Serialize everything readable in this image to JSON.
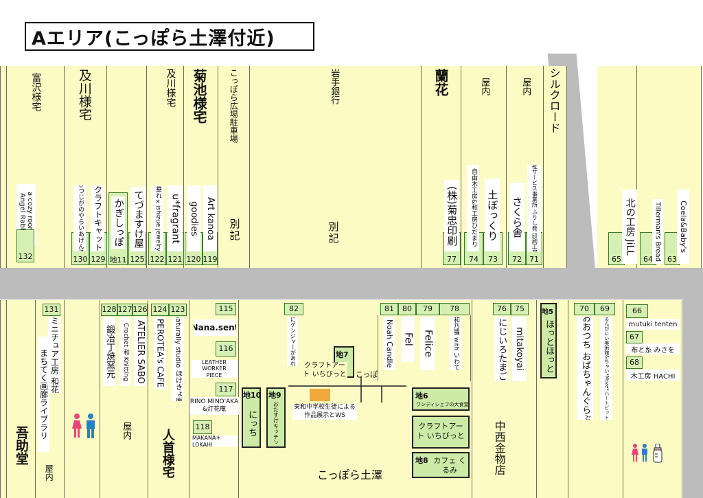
{
  "title": "Aエリア(こっぽら土澤付近)",
  "colors": {
    "lot": "#fbfbc3",
    "booth": "#d6f0b4",
    "road": "#bcbcbc",
    "female": "#e8457a",
    "male": "#2c7fc6"
  },
  "north": {
    "t0": "富沢様宅",
    "t1": "及川様宅",
    "t2": "及川様宅",
    "t3": "菊池様宅",
    "t4": "こっぽら広場駐車場",
    "t5": "岩手銀行",
    "t6": "蘭花",
    "t7": "屋内",
    "t8": "屋内",
    "t9": "シルクロード",
    "b132": "132",
    "s132a": "a cozy room&",
    "s132b": "Angel Rabbit",
    "b130": "130",
    "b129": "129",
    "s130": "ひつじがのやらいあげん子",
    "s129": "クラフトキャット",
    "b11": "地11",
    "s11": "かぎしっぽ",
    "b125": "125",
    "s125": "てづますけ屋",
    "b122": "122",
    "b121": "121",
    "s122": "華れ×ishizue jewelry",
    "s121": "u*fragrant",
    "b120": "120",
    "b119": "119",
    "s120": "goodies",
    "s119": "Art kanoa",
    "bekki1": "別記",
    "bekki2": "別記",
    "b77": "77",
    "s77": "(株)菊忠印刷",
    "b74": "74",
    "b73": "73",
    "s74": "自由木工房&和工房ひだまり",
    "s73": "土ぼっくり",
    "b72": "72",
    "b71": "71",
    "s72": "さくら舎",
    "s71": "障害福祉サービス事業所 ふりし発 印刷工房 Ailes",
    "b65": "65",
    "s65": "北の工房 JiLL",
    "b64": "64",
    "s64": "Tillerman's Bread",
    "b63": "63",
    "s63": "Coela&Baby's"
  },
  "south": {
    "b131": "131",
    "s131a": "ミニチュア工房 和花",
    "s131b": "まちてく画廊ライブラリ",
    "goju": "吾助堂",
    "okunai1": "屋内",
    "b128": "128",
    "b127": "127",
    "b126": "126",
    "s128": "鍛冶丁焼窯元",
    "s127": "Crochet 和 Knitting",
    "s126": "ATELIER SABO",
    "okunai2": "屋内",
    "b124": "124",
    "b123": "123",
    "s124": "PEROTEA's CAFE",
    "s123": "naturally studio ほけきょ庵",
    "hitokubi": "人首様宅",
    "b115": "115",
    "s115": "Nana.sent",
    "b116": "116",
    "s116": "LEATHER WORKER PIECE",
    "b117": "117",
    "s117": "RINO MINO'AKA &灯花庵",
    "b118": "118",
    "s118": "MAKANA＊LOKAHI",
    "d10": "地10",
    "s10": "にっち",
    "d9": "地9",
    "s9": "おたすけキッチン",
    "b82": "82",
    "s82": "紙にゲンジャーがあれわ",
    "d7": "地7",
    "s7": "クラフトアート いちびっと",
    "entrance": "こっぽら入り口",
    "exhibit": "東和中学校生徒による 作品展示とWS",
    "d6": "地6",
    "s6": "ワンディシェフの大食堂",
    "s6b": "クラフトアート いちびっと",
    "d8": "地8",
    "s8": "カフェ くるみ",
    "koppora": "こっぽら土澤",
    "b81": "81",
    "b80": "80",
    "b79": "79",
    "b78": "78",
    "s81": "Noah Candle",
    "s80": "Fel",
    "s79": "Felice",
    "s78": "和乃羅 with いわて",
    "b76": "76",
    "b75": "75",
    "s76": "にじいろたまご",
    "s75": "mitakoyai",
    "nakanishi": "中西金物店",
    "d5": "地5",
    "s5": "ほっとほっと",
    "b70": "70",
    "b69": "69",
    "s70": "おおつち おばちゃんぐらぶ",
    "s69": "るんびにい美術館&ちゃい*Moze*ハートビット",
    "b66": "66",
    "s66": "mutuki tenten",
    "b67": "67",
    "s67": "布と糸 みさを",
    "b68": "68",
    "s68": "木工房 HACHI"
  }
}
